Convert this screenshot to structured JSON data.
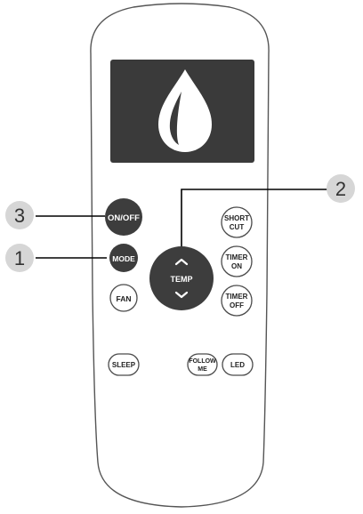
{
  "remote": {
    "buttons": {
      "on_off": "ON/OFF",
      "mode": "MODE",
      "fan": "FAN",
      "temp": "TEMP",
      "short_cut": [
        "SHORT",
        "CUT"
      ],
      "timer_on": [
        "TIMER",
        "ON"
      ],
      "timer_off": [
        "TIMER",
        "OFF"
      ],
      "sleep": "SLEEP",
      "follow_me": [
        "FOLLOW",
        "ME"
      ],
      "led": "LED"
    },
    "display_icon": "water-drop-icon"
  },
  "callouts": {
    "c1": "1",
    "c2": "2",
    "c3": "3"
  },
  "colors": {
    "dark_button": "#3d3d3d",
    "display": "#3a3a3a",
    "callout_badge": "#d6d6d6",
    "outline": "#4a4a4a"
  }
}
